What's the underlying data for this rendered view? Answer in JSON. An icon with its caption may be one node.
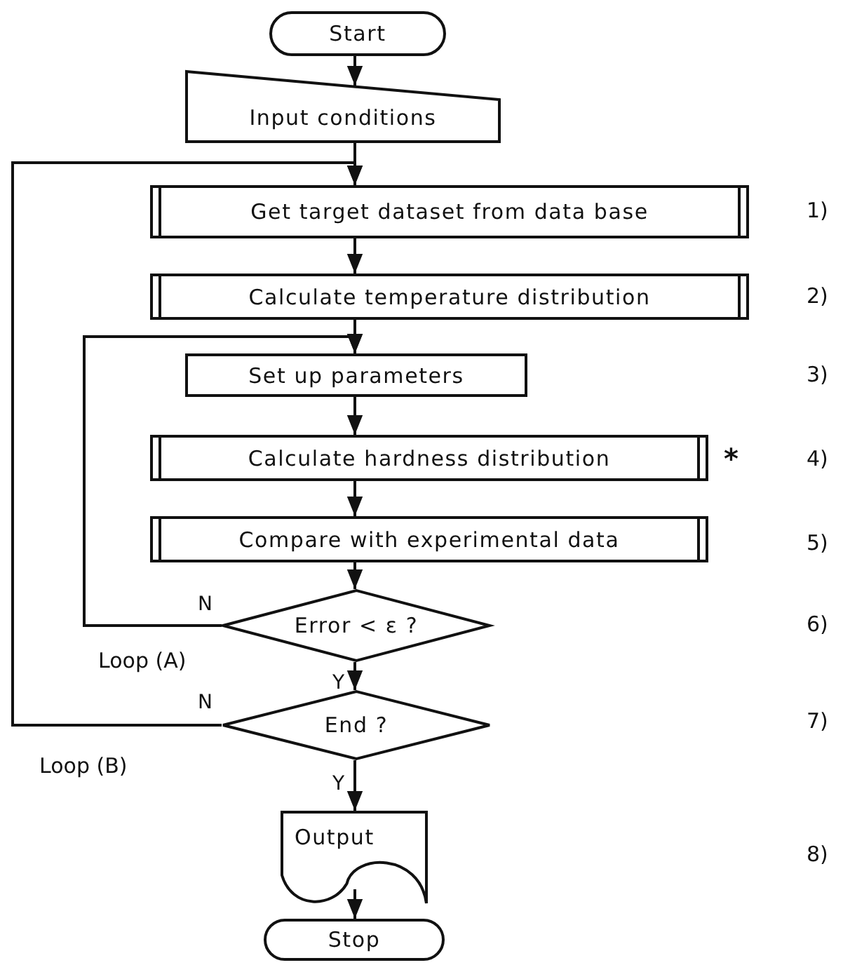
{
  "diagram": {
    "nodes": [
      {
        "text": [
          "Start"
        ]
      },
      {
        "text": [
          "Input conditions"
        ]
      },
      {
        "text": [
          "Get target dataset from data base"
        ]
      },
      {
        "text": [
          "Calculate temperature distribution"
        ]
      },
      {
        "text": [
          "Set up parameters"
        ]
      },
      {
        "text": [
          "Calculate hardness distribution"
        ],
        "beside": [
          "*"
        ]
      },
      {
        "text": [
          "Compare with experimental data"
        ]
      },
      {
        "text": [
          "Error < ε ?"
        ]
      },
      {
        "text": [
          "End ?"
        ]
      },
      {
        "text": [
          "Output"
        ]
      },
      {
        "text": [
          "Stop"
        ]
      }
    ],
    "edges": [
      {
        "from": 0,
        "to": 1,
        "arrow": "to"
      },
      {
        "from": 1,
        "to": 2,
        "arrow": "to"
      },
      {
        "from": 2,
        "to": 3,
        "arrow": "to"
      },
      {
        "from": 3,
        "to": 4,
        "arrow": "to"
      },
      {
        "from": 4,
        "to": 5,
        "arrow": "to"
      },
      {
        "from": 5,
        "to": 6,
        "arrow": "to"
      },
      {
        "from": 6,
        "to": 7,
        "arrow": "to"
      },
      {
        "from": 7,
        "to": 8,
        "arrow": "to",
        "label": "Y"
      },
      {
        "from": 7,
        "to": 4,
        "arrow": "to",
        "label": "N"
      },
      {
        "from": 8,
        "to": 9,
        "arrow": "to",
        "label": "Y"
      },
      {
        "from": 8,
        "to": 2,
        "arrow": "to",
        "label": "N"
      },
      {
        "from": 9,
        "to": 10,
        "arrow": "to"
      }
    ],
    "labels": [
      "1)",
      "2)",
      "3)",
      "4)",
      "5)",
      "6)",
      "Loop (A)",
      "7)",
      "Loop (B)",
      "8)"
    ]
  }
}
